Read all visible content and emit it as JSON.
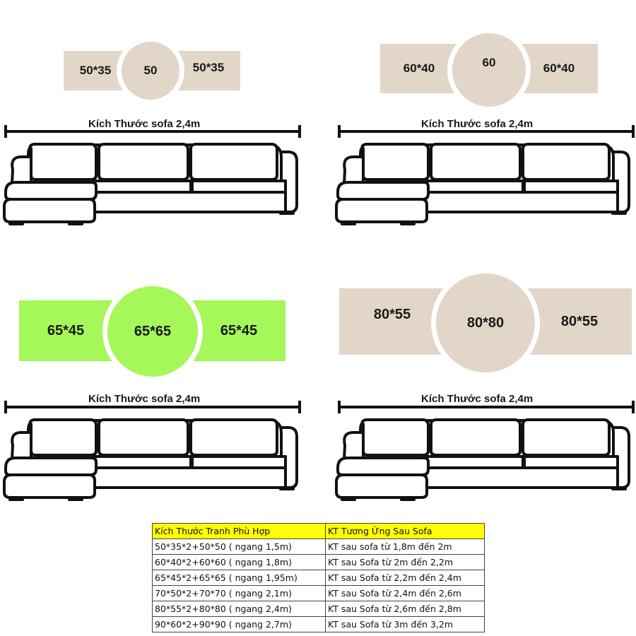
{
  "colors": {
    "beige": "#e1d6c8",
    "green": "#a6f75a",
    "outline": "#111111",
    "header_yellow": "#ffff00"
  },
  "icons": [
    "sofa-icon",
    "measure-arrow-icon"
  ],
  "layouts": [
    {
      "left": "50*35",
      "center": "50",
      "right": "50*35",
      "color": "beige",
      "sofa_label": "Kích Thước sofa 2,4m"
    },
    {
      "left": "60*40",
      "center": "60",
      "right": "60*40",
      "color": "beige",
      "sofa_label": "Kích Thước sofa 2,4m"
    },
    {
      "left": "65*45",
      "center": "65*65",
      "right": "65*45",
      "color": "green",
      "sofa_label": "Kích Thước sofa 2,4m"
    },
    {
      "left": "80*55",
      "center": "80*80",
      "right": "80*55",
      "color": "beige",
      "sofa_label": "Kích Thước sofa 2,4m"
    }
  ],
  "table": {
    "headers": [
      "Kích Thước Tranh Phù Hợp",
      "KT Tương Ứng Sau Sofa"
    ],
    "rows": [
      [
        "50*35*2+50*50 ( ngang 1,5m)",
        "KT sau sofa từ 1,8m đến 2m"
      ],
      [
        "60*40*2+60*60 ( ngang 1,8m)",
        "KT sau Sofa từ 2m đến 2,2m"
      ],
      [
        "65*45*2+65*65 ( ngang 1,95m)",
        "KT sau Sofa từ 2,2m đến 2,4m"
      ],
      [
        "70*50*2+70*70 ( ngang 2,1m)",
        "KT sau Sofa từ 2,4m đến 2,6m"
      ],
      [
        "80*55*2+80*80 ( ngang 2,4m)",
        "KT sau Sofa từ 2,6m đến 2,8m"
      ],
      [
        "90*60*2+90*90 ( ngang 2,7m)",
        "KT sau Sofa từ 3m đến 3,2m"
      ]
    ]
  }
}
